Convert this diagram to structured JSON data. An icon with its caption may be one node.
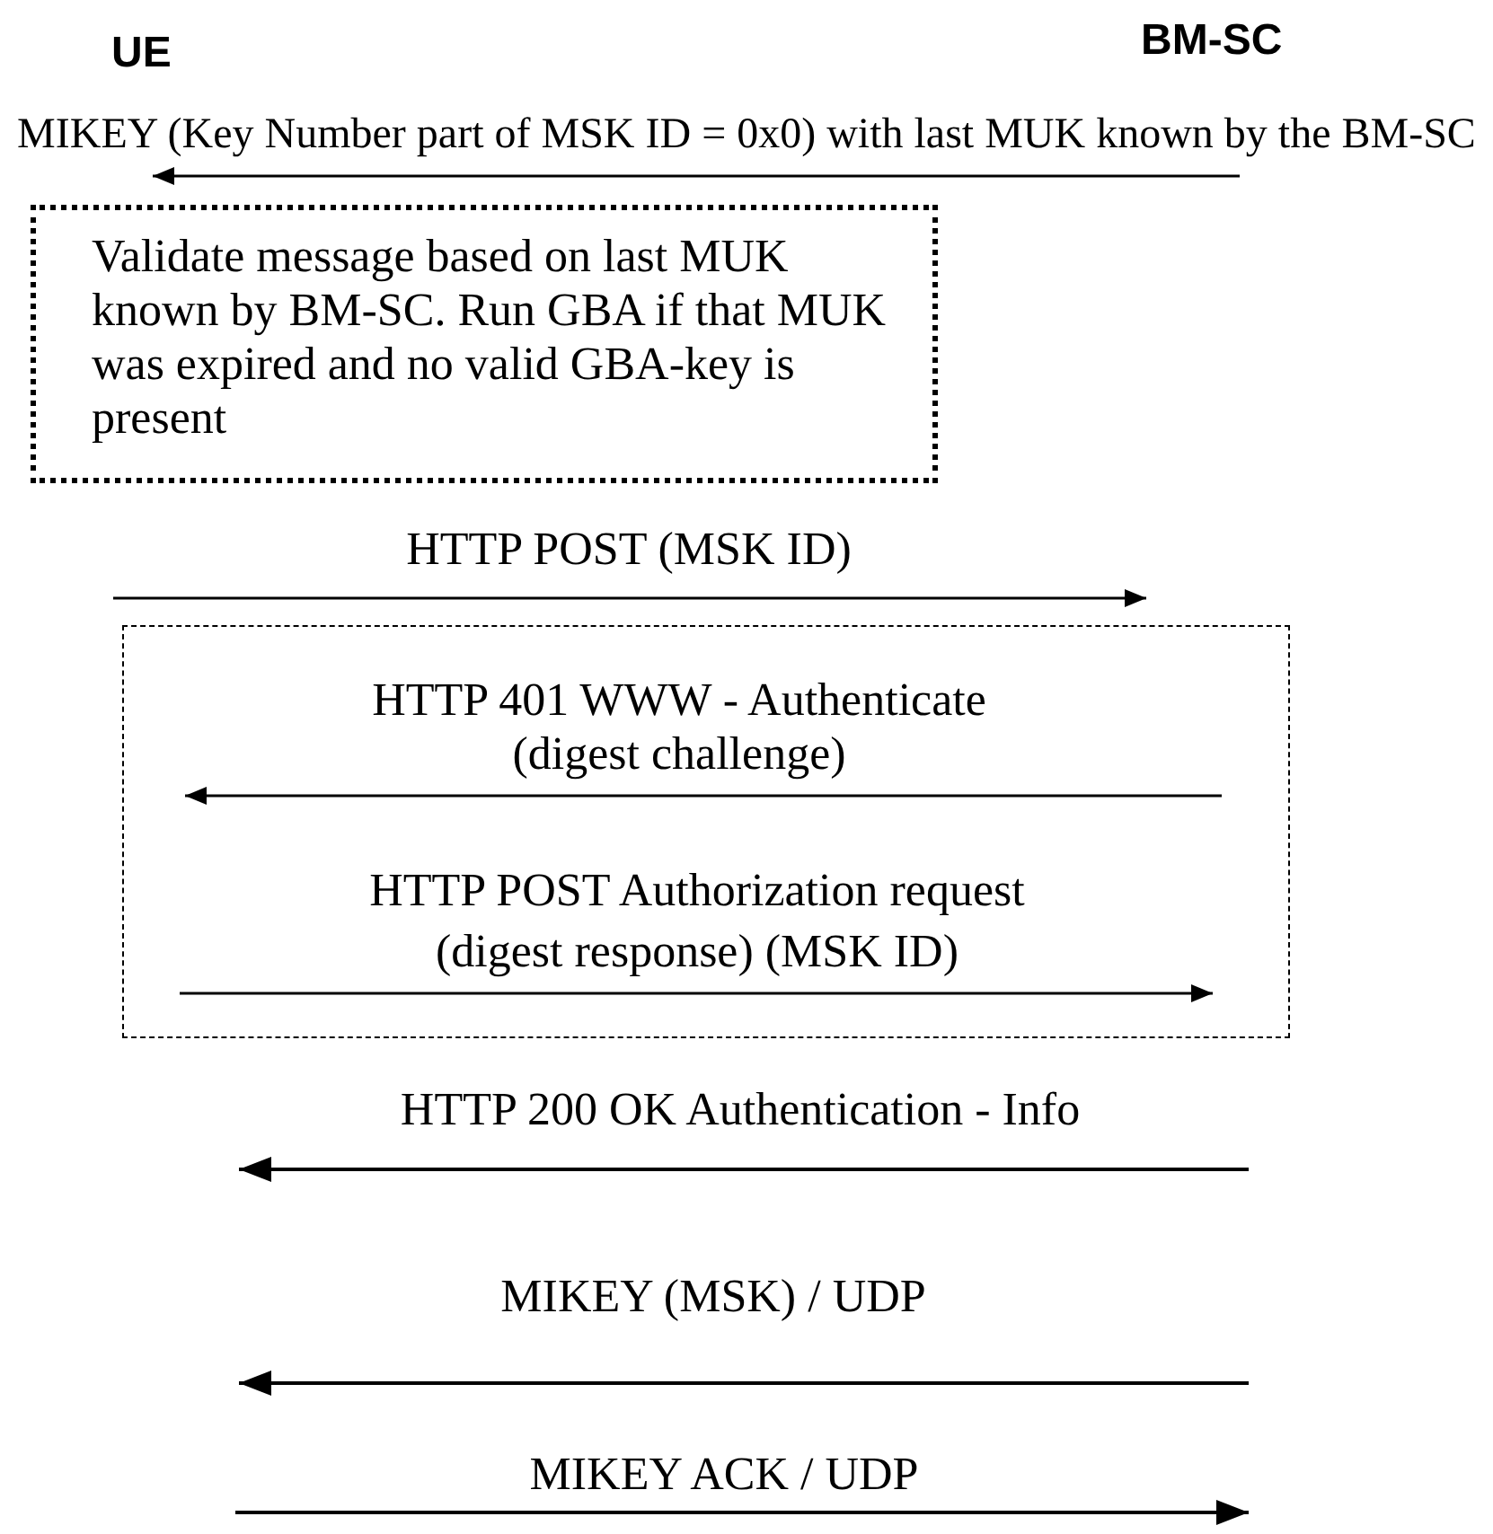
{
  "diagram": {
    "nodes": [
      {
        "text": [
          "UE"
        ]
      },
      {
        "text": [
          "BM-SC"
        ]
      },
      {
        "text": [
          "Validate message based on last MUK known by BM-SC. Run GBA if that MUK was expired and no valid GBA-key is present"
        ]
      },
      {
        "text": [],
        "shape": "box"
      }
    ],
    "labels": [
      "MIKEY (Key Number part of MSK ID = 0x0) with last MUK known by the BM-SC",
      "HTTP POST (MSK ID)",
      "HTTP 401 WWW - Authenticate (digest challenge)",
      "HTTP POST Authorization request (digest response) (MSK ID)",
      "HTTP 200 OK Authentication - Info",
      "MIKEY (MSK) / UDP",
      "MIKEY ACK / UDP"
    ]
  }
}
